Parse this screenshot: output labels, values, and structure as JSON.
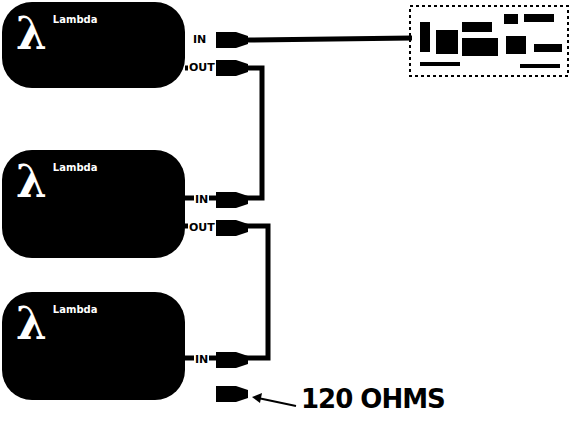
{
  "diagram": {
    "nodes": [
      {
        "text": [
          "λ",
          "Lambda"
        ]
      },
      {
        "text": [
          "λ",
          "Lambda"
        ]
      },
      {
        "text": [
          "λ",
          "Lambda"
        ]
      }
    ],
    "edges": [
      {
        "from": 0,
        "to": 1,
        "arrow": "none"
      },
      {
        "from": 1,
        "to": 2,
        "arrow": "none"
      }
    ],
    "labels": [
      "IN",
      "OUT",
      "IN",
      "OUT",
      "IN",
      "120 OHMS"
    ]
  }
}
